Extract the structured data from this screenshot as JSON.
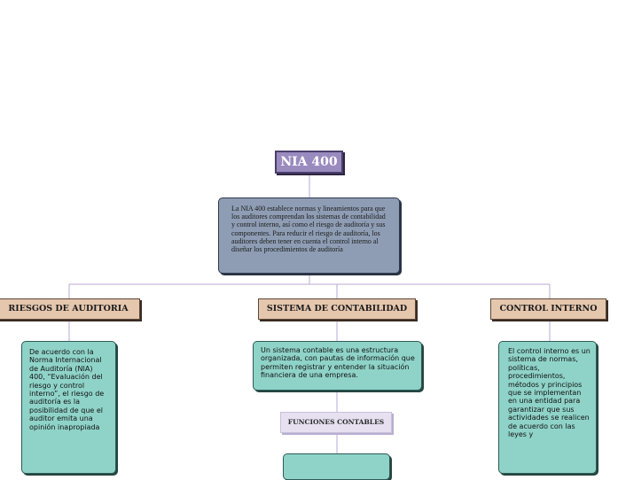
{
  "diagram": {
    "title": "NIA 400",
    "description": "La NIA 400 establece normas y lineamientos para que los auditores comprendan los sistemas de contabilidad y control interno, así como el riesgo de auditoría y sus componentes. Para reducir el riesgo de auditoría, los auditores deben tener en cuenta el control interno al diseñar los procedimientos de auditoría",
    "branches": [
      {
        "label": "RIESGOS DE AUDITORIA",
        "detail": "De acuerdo con la Norma Internacional de Auditoría (NIA) 400, “Evaluación del riesgo y control interno”, el riesgo de auditoría es la posibilidad de que el auditor emita una opinión inapropiada"
      },
      {
        "label": "SISTEMA DE CONTABILIDAD",
        "detail": "Un sistema contable es una estructura organizada, con pautas de información que permiten registrar y entender la situación financiera de una empresa.",
        "sub_label": "FUNCIONES CONTABLES"
      },
      {
        "label": "CONTROL INTERNO",
        "detail": "El control interno es un sistema de normas, políticas, procedimientos, métodos y principios que se implementan en una entidad para garantizar que sus actividades se realicen de acuerdo con las leyes y"
      }
    ]
  },
  "colors": {
    "title_fill": "#9a8bbf",
    "description_fill": "#8e9db4",
    "category_fill": "#e5c7ae",
    "detail_fill": "#8fd3c8",
    "sub_fill": "#e6e0f0",
    "connector": "#b9a9d6"
  }
}
